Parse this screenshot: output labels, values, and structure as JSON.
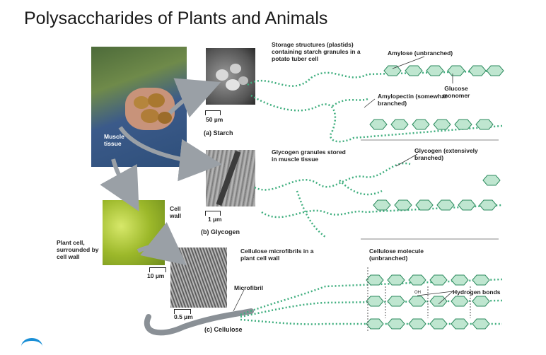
{
  "title": "Polysaccharides of Plants and Animals",
  "starch": {
    "storage_label": "Storage structures (plastids) containing starch granules in a potato tuber cell",
    "amylose_label": "Amylose (unbranched)",
    "glucose_label": "Glucose monomer",
    "amylopectin_label": "Amylopectin (somewhat branched)",
    "scale": "50 µm",
    "caption": "(a) Starch"
  },
  "glycogen": {
    "granules_label": "Glycogen granules stored in muscle tissue",
    "glycogen_label": "Glycogen (extensively branched)",
    "scale": "1 µm",
    "caption": "(b) Glycogen",
    "muscle_label": "Muscle tissue"
  },
  "cellulose": {
    "cell_wall_label": "Cell wall",
    "plant_cell_label": "Plant cell, surrounded by cell wall",
    "scale_cell": "10 µm",
    "microfibrils_label": "Cellulose microfibrils in a plant cell wall",
    "molecule_label": "Cellulose molecule (unbranched)",
    "hbond_label": "Hydrogen bonds",
    "microfibril_label": "Microfibril",
    "scale_micro": "0.5 µm",
    "caption": "(c) Cellulose",
    "oh_label": "OH"
  },
  "colors": {
    "chain_green": "#3fae7e",
    "ring_fill": "#bfe6d0",
    "ring_stroke": "#2e8b5f",
    "arrow_gray": "#9aa0a6"
  }
}
